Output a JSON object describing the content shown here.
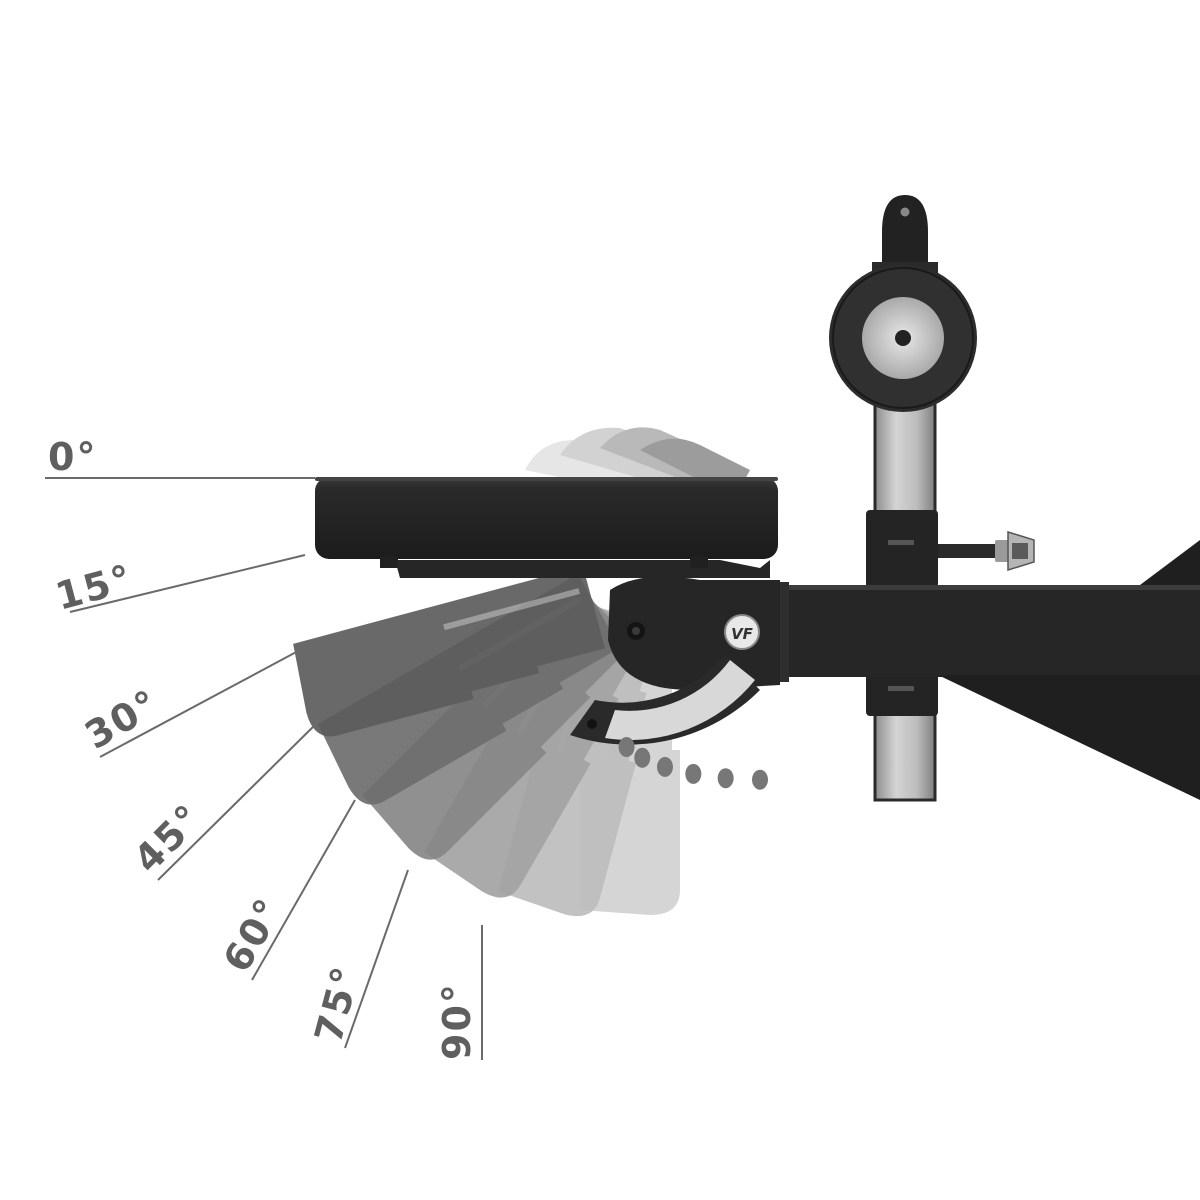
{
  "diagram": {
    "angle_labels": [
      {
        "text": "0°",
        "angle": 0
      },
      {
        "text": "15°",
        "angle": 15
      },
      {
        "text": "30°",
        "angle": 30
      },
      {
        "text": "45°",
        "angle": 45
      },
      {
        "text": "60°",
        "angle": 60
      },
      {
        "text": "75°",
        "angle": 75
      },
      {
        "text": "90°",
        "angle": 90
      }
    ],
    "logo": "VF",
    "colors": {
      "frame": "#262626",
      "pad": "#232323",
      "ghost_dark": "#6a6a6a",
      "ghost_light": "#dadada",
      "label": "#5f5f5f",
      "silver": "#b8b8b8"
    }
  }
}
